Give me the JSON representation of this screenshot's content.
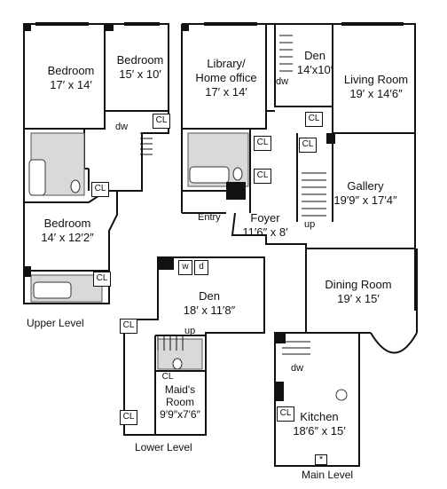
{
  "levels": {
    "upper": "Upper Level",
    "lower": "Lower Level",
    "main": "Main Level"
  },
  "rooms": {
    "bedroom1": {
      "name": "Bedroom",
      "dims": "17′ x 14′"
    },
    "bedroom2": {
      "name": "Bedroom",
      "dims": "15′ x 10′"
    },
    "bedroom3": {
      "name": "Bedroom",
      "dims": "14′ x 12′2″"
    },
    "library": {
      "name": "Library/",
      "name2": "Home office",
      "dims": "17′ x 14′"
    },
    "den_main": {
      "name": "Den",
      "dims": "14′x10′"
    },
    "living": {
      "name": "Living Room",
      "dims": "19′ x 14′6″"
    },
    "gallery": {
      "name": "Gallery",
      "dims": "19′9″ x 17′4″"
    },
    "foyer": {
      "name": "Foyer",
      "dims": "11′6″ x 8′"
    },
    "dining": {
      "name": "Dining Room",
      "dims": "19′ x 15′"
    },
    "den_lower": {
      "name": "Den",
      "dims": "18′ x 11′8″"
    },
    "maids": {
      "name": "Maid's",
      "name2": "Room",
      "dims": "9′9″x7′6″"
    },
    "kitchen": {
      "name": "Kitchen",
      "dims": "18′6″ x 15′"
    }
  },
  "tags": {
    "cl": "CL",
    "dw": "dw",
    "up": "up",
    "entry": "Entry",
    "w": "w",
    "d": "d",
    "star": "*"
  }
}
